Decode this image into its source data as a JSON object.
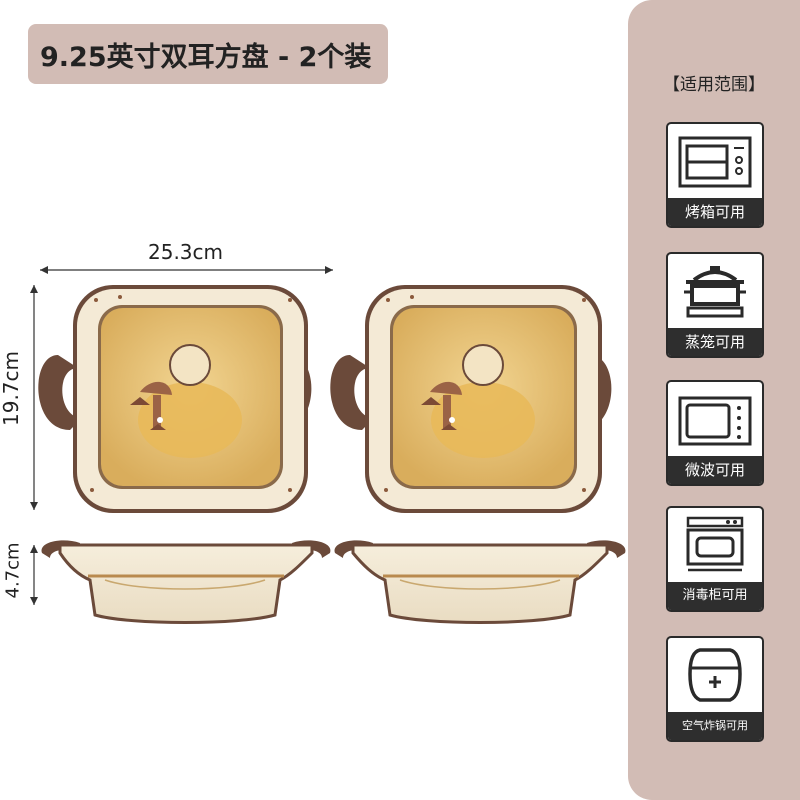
{
  "title": "9.25英寸双耳方盘 - 2个装",
  "dimensions": {
    "width": "25.3cm",
    "length": "19.7cm",
    "height": "4.7cm"
  },
  "usage": {
    "heading": "【适用范围】",
    "items": [
      {
        "label": "烤箱可用",
        "icon": "oven-icon"
      },
      {
        "label": "蒸笼可用",
        "icon": "steamer-icon"
      },
      {
        "label": "微波可用",
        "icon": "microwave-icon"
      },
      {
        "label": "消毒柜可用",
        "icon": "sterilizer-icon"
      },
      {
        "label": "空气炸锅可用",
        "icon": "air-fryer-icon"
      }
    ]
  },
  "colors": {
    "panel": "#d2bcb5",
    "rim_brown": "#6b4a3a",
    "cream": "#f4ead6",
    "plate_yellow": "#e6c478"
  }
}
